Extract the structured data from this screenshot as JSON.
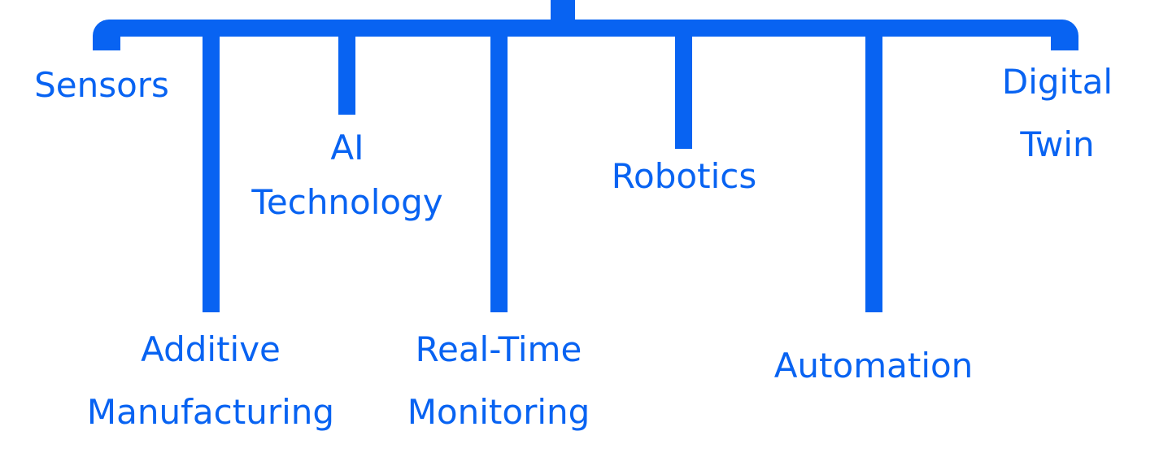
{
  "diagram": {
    "accent_color": "#0863F2",
    "nodes": [
      {
        "id": "sensors",
        "lines": [
          "Sensors"
        ]
      },
      {
        "id": "additive-manufacturing",
        "lines": [
          "Additive",
          "Manufacturing"
        ]
      },
      {
        "id": "ai-technology",
        "lines": [
          "AI",
          "Technology"
        ]
      },
      {
        "id": "real-time-monitoring",
        "lines": [
          "Real-Time",
          "Monitoring"
        ]
      },
      {
        "id": "robotics",
        "lines": [
          "Robotics"
        ]
      },
      {
        "id": "automation",
        "lines": [
          "Automation"
        ]
      },
      {
        "id": "digital-twin",
        "lines": [
          "Digital",
          "Twin"
        ]
      }
    ]
  }
}
